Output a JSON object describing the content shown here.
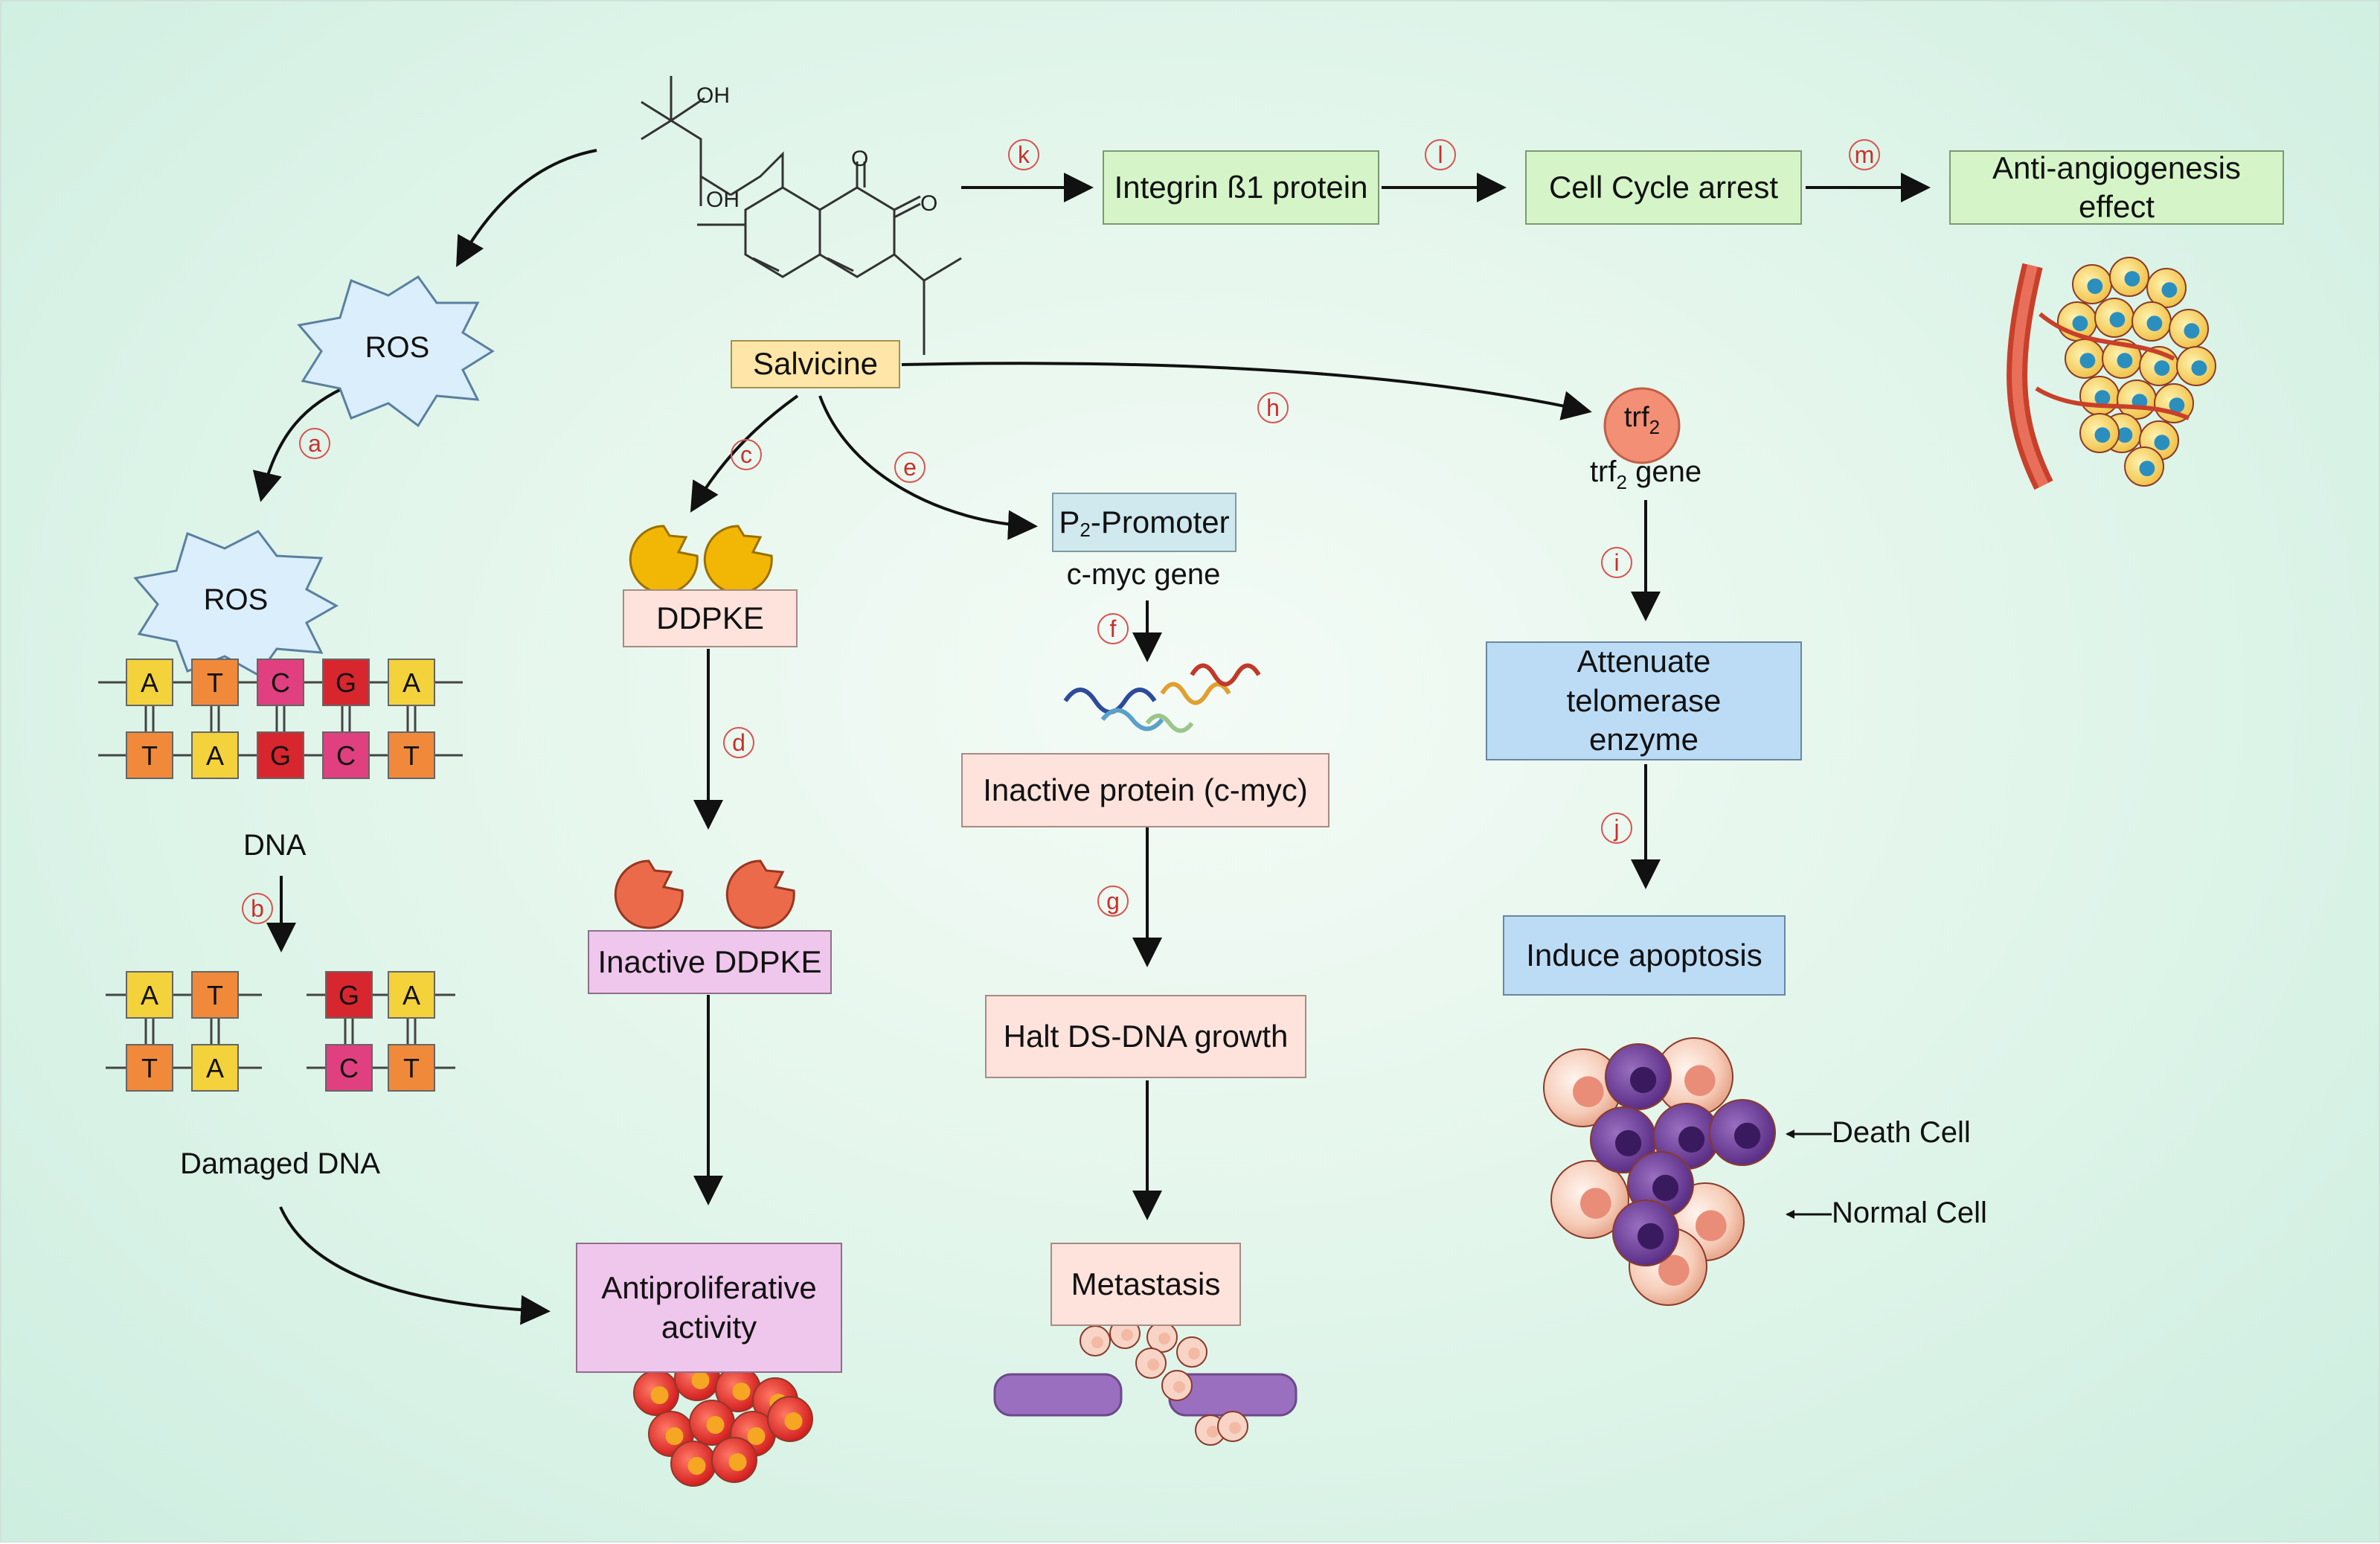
{
  "compound": {
    "name": "Salvicine",
    "oh_top": "OH",
    "oh_bottom": "OH",
    "o1": "O",
    "o2": "O"
  },
  "ros": {
    "top": "ROS",
    "bottom": "ROS"
  },
  "dna": {
    "top_strand": [
      "A",
      "T",
      "C",
      "G",
      "A"
    ],
    "bottom_strand": [
      "T",
      "A",
      "G",
      "C",
      "T"
    ],
    "label": "DNA",
    "damaged_left_top": [
      "A",
      "T"
    ],
    "damaged_left_bottom": [
      "T",
      "A"
    ],
    "damaged_right_top": [
      "G",
      "A"
    ],
    "damaged_right_bottom": [
      "C",
      "T"
    ],
    "damaged_label": "Damaged DNA"
  },
  "top_path": {
    "integrin": "Integrin ß1 protein",
    "cell_cycle": "Cell Cycle arrest",
    "anti_angio": "Anti-angiogenesis effect"
  },
  "ddpke_path": {
    "ddpke": "DDPKE",
    "inactive": "Inactive DDPKE",
    "antiprolif": "Antiproliferative activity"
  },
  "myc_path": {
    "promoter_main": "P",
    "promoter_sub": "2",
    "promoter_rest": "-Promoter",
    "gene": "c-myc gene",
    "inactive": "Inactive protein (c-myc)",
    "halt": "Halt DS-DNA growth",
    "metastasis": "Metastasis"
  },
  "trf_path": {
    "trf_main": "trf",
    "trf_sub": "2",
    "gene_main": "trf",
    "gene_sub": "2",
    "gene_rest": "gene",
    "telomerase": "Attenuate telomerase enzyme",
    "apoptosis": "Induce apoptosis",
    "death_cell": "Death Cell",
    "normal_cell": "Normal Cell"
  },
  "steps": [
    "a",
    "b",
    "c",
    "d",
    "e",
    "f",
    "g",
    "h",
    "i",
    "j",
    "k",
    "l",
    "m"
  ],
  "colors": {
    "A": "#f3d23b",
    "T": "#f08a3a",
    "C": "#e0407f",
    "G": "#d8262e",
    "green_box": "#d5f5c9",
    "peach_box": "#fde3dc",
    "pink_box": "#efc6ec",
    "blue_box": "#bcdcf5",
    "step_ring": "#d9534f"
  }
}
